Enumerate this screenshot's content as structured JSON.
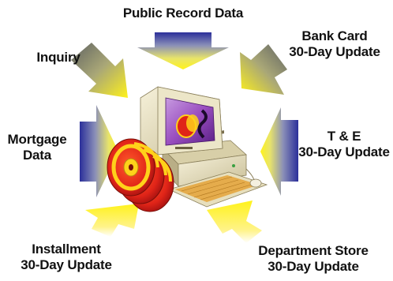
{
  "labels": {
    "public_record": "Public Record Data",
    "bank_card_line1": "Bank Card",
    "bank_card_line2": "30-Day Update",
    "inquiry": "Inquiry",
    "mortgage_line1": "Mortgage",
    "mortgage_line2": "Data",
    "te_line1": "T & E",
    "te_line2": "30-Day Update",
    "installment_line1": "Installment",
    "installment_line2": "30-Day Update",
    "department_line1": "Department Store",
    "department_line2": "30-Day Update"
  },
  "colors": {
    "arrow_blue": "#2b2f9a",
    "arrow_yellow": "#fff21a",
    "arrow_gray": "#6b6e6e",
    "disk_red": "#e02418",
    "disk_yellow": "#ffd21a",
    "computer_beige": "#e9e2c2",
    "screen_purple": "#9a4fc0"
  },
  "icons": {
    "center": "computer-with-data-disks-icon"
  }
}
